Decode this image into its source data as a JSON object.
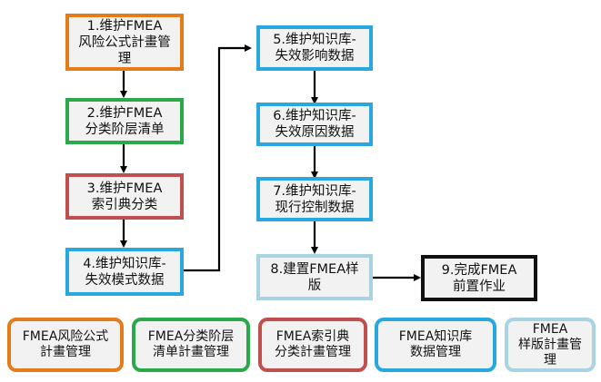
{
  "flow": {
    "step1": "1.维护FMEA\n风险公式計畫管\n理",
    "step2": "2.维护FMEA\n分类阶层清单",
    "step3": "3.维护FMEA\n索引典分类",
    "step4": "4.维护知识库-\n失效模式数据",
    "step5": "5.维护知识库-\n失效影响数据",
    "step6": "6.维护知识库-\n失效原因数据",
    "step7": "7.维护知识库-\n现行控制数据",
    "step8": "8.建置FMEA样\n版",
    "step9": "9.完成FMEA\n前置作业"
  },
  "legend": {
    "item1": "FMEA风险公式\n計畫管理",
    "item2": "FMEA分类阶层\n清单計畫管理",
    "item3": "FMEA索引典\n分类計畫管理",
    "item4": "FMEA知识库\n数据管理",
    "item5": "FMEA\n样版計畫管\n理"
  },
  "colors": {
    "orange": "#e57c1c",
    "green": "#2aa84a",
    "red": "#c0504d",
    "blue": "#29a8e0",
    "light_blue": "#a8d3e3",
    "black": "#111111",
    "box_fill": "#f2f2f2"
  }
}
